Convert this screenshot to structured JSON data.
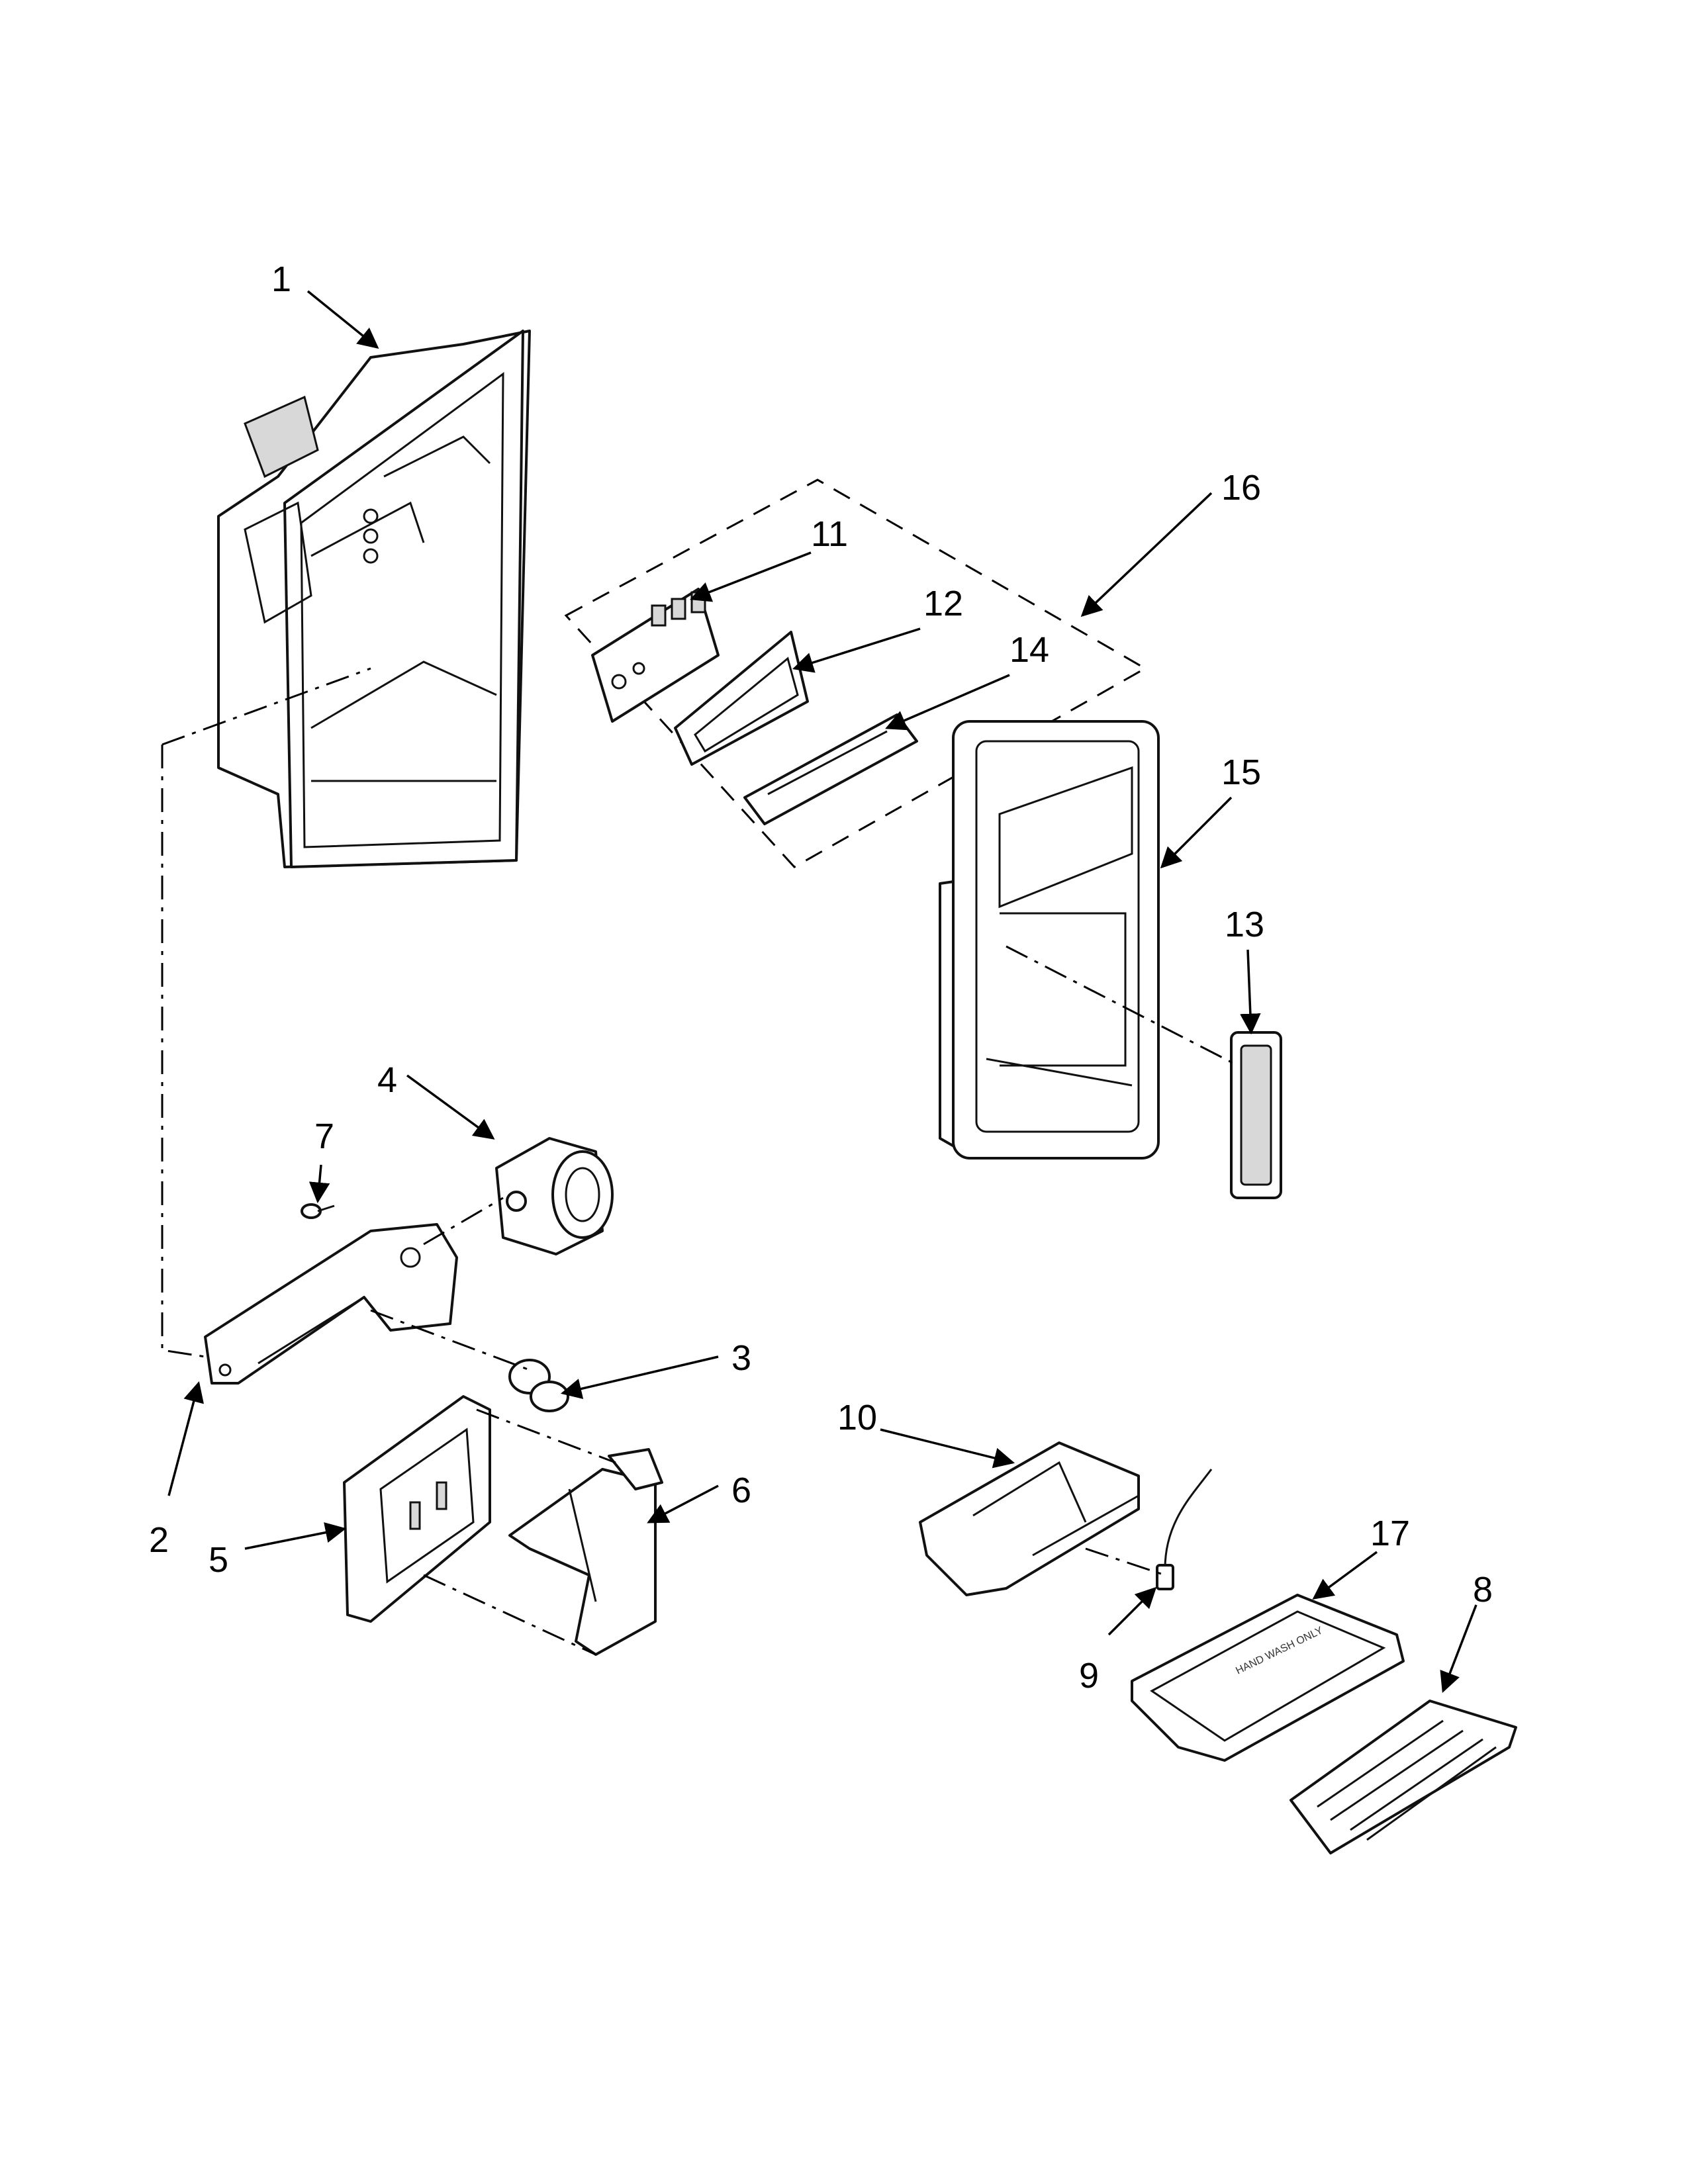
{
  "callouts": {
    "c1": "1",
    "c2": "2",
    "c3": "3",
    "c4": "4",
    "c5": "5",
    "c6": "6",
    "c7": "7",
    "c8": "8",
    "c9": "9",
    "c10": "10",
    "c11": "11",
    "c12": "12",
    "c13": "13",
    "c14": "14",
    "c15": "15",
    "c16": "16",
    "c17": "17"
  },
  "tray_label": "HAND WASH ONLY"
}
